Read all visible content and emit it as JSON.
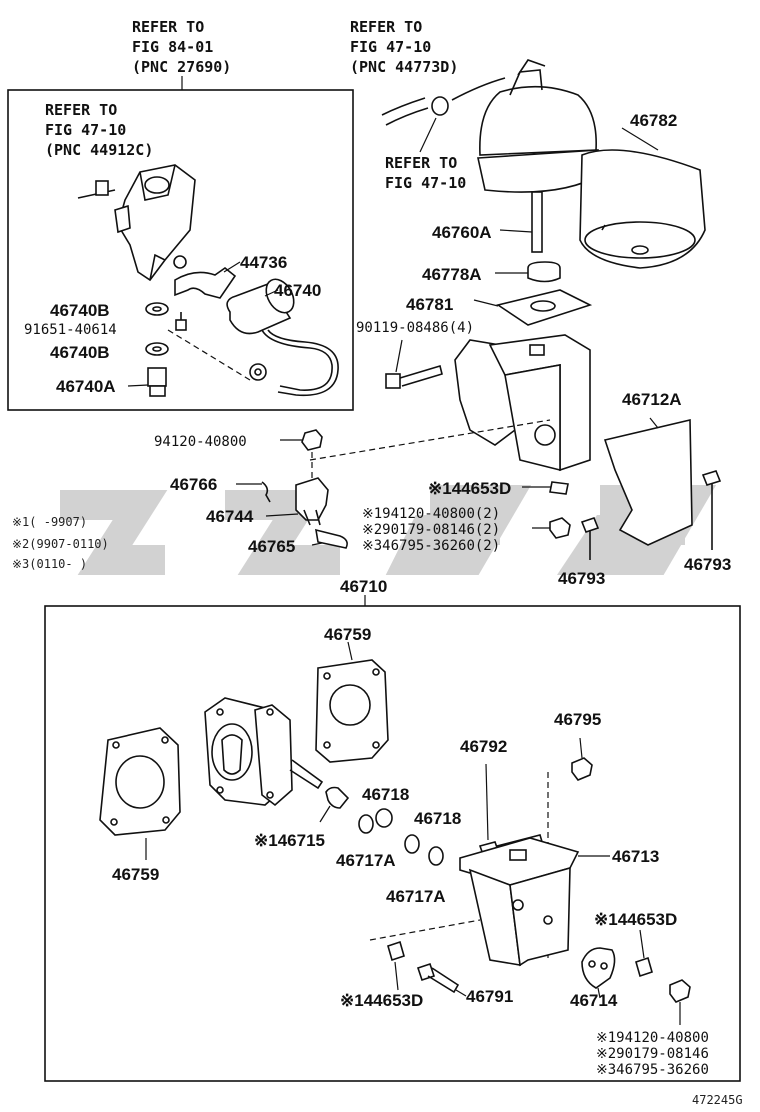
{
  "references": {
    "top_left": [
      "REFER TO",
      "FIG 84-01",
      "(PNC 27690)"
    ],
    "top_mid": [
      "REFER TO",
      "FIG 47-10",
      "(PNC 44773D)"
    ],
    "box_left": [
      "REFER TO",
      "FIG 47-10",
      "(PNC 44912C)"
    ],
    "mid_small": [
      "REFER TO",
      "FIG 47-10"
    ]
  },
  "parts": {
    "p46782": "46782",
    "p46760A": "46760A",
    "p46778A": "46778A",
    "p46781": "46781",
    "p90119": "90119-08486(4)",
    "p44736": "44736",
    "p46740": "46740",
    "p46740B_1": "46740B",
    "p91651": "91651-40614",
    "p46740B_2": "46740B",
    "p46740A": "46740A",
    "p94120": "94120-40800",
    "p46712A": "46712A",
    "p46766": "46766",
    "p46744": "46744",
    "p46765": "46765",
    "p44653D_top": "※144653D",
    "p94120_alt": "※194120-40800(2)",
    "p90179_alt": "※290179-08146(2)",
    "p46795_alt": "※346795-36260(2)",
    "p46793_a": "46793",
    "p46793_b": "46793",
    "p46710": "46710",
    "p46759_top": "46759",
    "p46759_left": "46759",
    "p46795": "46795",
    "p46792": "46792",
    "p46718_a": "46718",
    "p46718_b": "46718",
    "p46715": "※146715",
    "p46717A_a": "46717A",
    "p46717A_b": "46717A",
    "p46713": "46713",
    "p44653D_right": "※144653D",
    "p44653D_bottom": "※144653D",
    "p46791": "46791",
    "p46714": "46714",
    "p94120_bottom": "※194120-40800",
    "p90179_bottom": "※290179-08146",
    "p46795_bottom": "※346795-36260"
  },
  "legend": {
    "row1": "※1(    -9907)",
    "row2": "※2(9907-0110)",
    "row3": "※3(0110-    )"
  },
  "figure_id": "472245G",
  "watermark_color": "#d2d2d2"
}
